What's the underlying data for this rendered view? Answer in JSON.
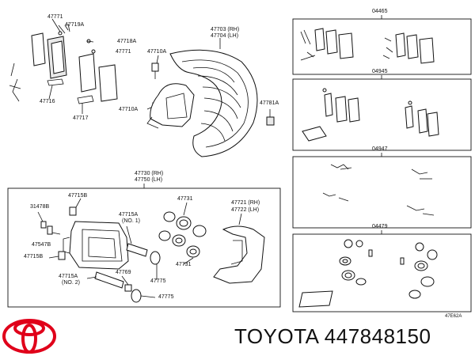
{
  "diagram": {
    "labels": {
      "l_47771a": "47771",
      "l_47719a": "47719A",
      "l_47718a": "47718A",
      "l_47771b": "47771",
      "l_47716": "47716",
      "l_47717": "47717",
      "l_47710a_top": "47710A",
      "l_47710a_bot": "47710A",
      "l_47703": "47703 (RH)",
      "l_47704": "47704 (LH)",
      "l_47781a": "47781A",
      "l_04465": "04465",
      "l_04945": "04945",
      "l_04947": "04947",
      "l_04479": "04479",
      "l_47730": "47730 (RH)",
      "l_47750": "47750 (LH)",
      "l_31478b": "31478B",
      "l_47715b": "47715B",
      "l_47715a_1": "47715A",
      "l_no1": "(NO. 1)",
      "l_47731_top": "47731",
      "l_47721": "47721 (RH)",
      "l_47722": "47722 (LH)",
      "l_47547b": "47547B",
      "l_47715b_2": "47715B",
      "l_47731_bot": "47731",
      "l_47715a_2": "47715A",
      "l_no2": "(NO. 2)",
      "l_47769": "47769",
      "l_47775_a": "47775",
      "l_47775_b": "47775",
      "l_figno": "47E62A"
    }
  },
  "footer": {
    "brand_text": "TOYOTA 447848150",
    "logo_color": "#e0001a"
  }
}
